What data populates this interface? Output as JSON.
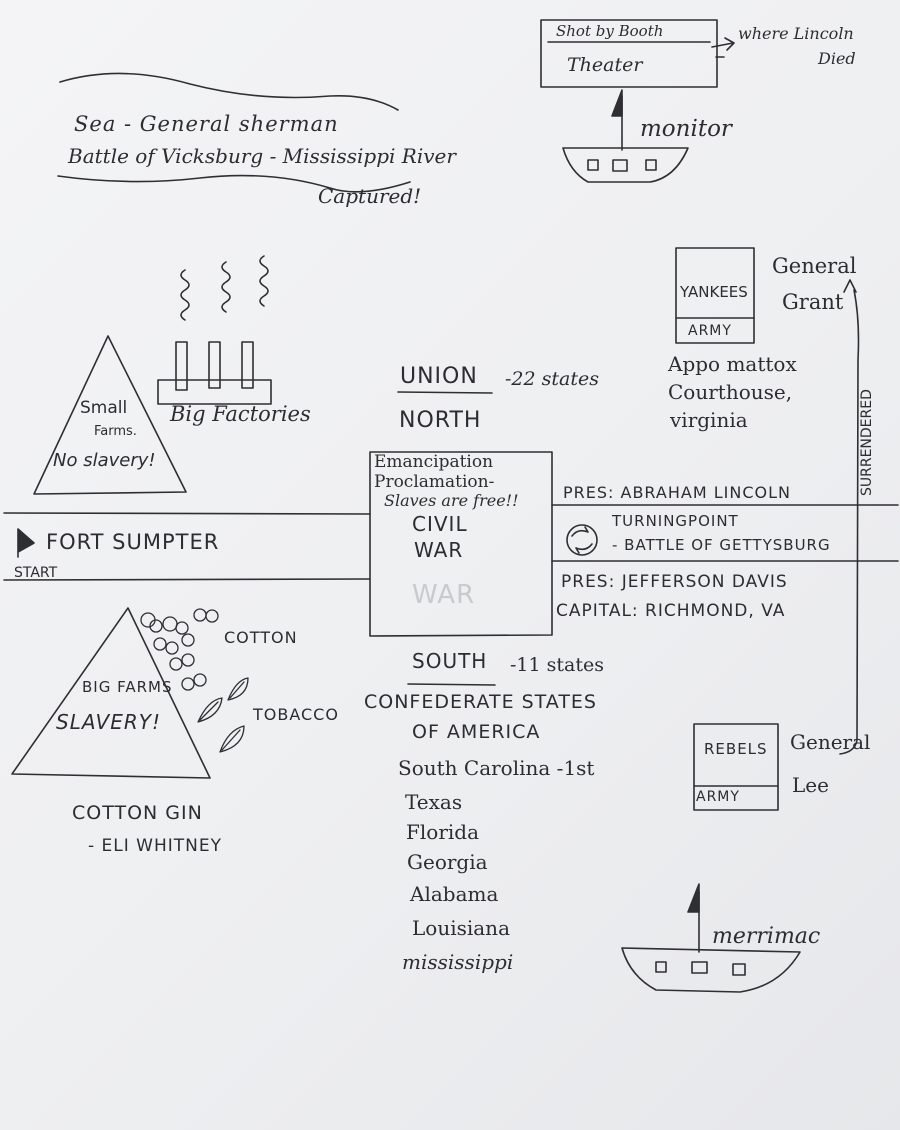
{
  "theater": {
    "shot_label": "Shot by Booth",
    "theater_label": "Theater",
    "where_died": "where Lincoln",
    "died": "Died"
  },
  "monitor": {
    "label": "monitor"
  },
  "sea": {
    "line1": "Sea - General sherman",
    "line2": "Battle of Vicksburg - Mississippi River",
    "line3": "Captured!"
  },
  "north": {
    "factories_label": "Big Factories",
    "small": "Small",
    "farms": "Farms.",
    "no_slavery": "No slavery!",
    "union": "UNION",
    "union_states": "-22 states",
    "north_label": "NORTH",
    "pres": "PRES: ABRAHAM LINCOLN"
  },
  "yankees": {
    "box_label": "YANKEES",
    "army_label": "ARMY",
    "general": "General",
    "grant": "Grant",
    "appomattox1": "Appo mattox",
    "appomattox2": "Courthouse,",
    "appomattox3": "virginia",
    "surrendered": "SURRENDERED"
  },
  "war": {
    "eman1": "Emancipation",
    "eman2": "Proclamation-",
    "eman3": "Slaves are free!!",
    "civil": "CIVIL",
    "war": "WAR",
    "war_faint": "WAR",
    "fort_sumpter": "FORT SUMPTER",
    "start": "START",
    "turning1": "TURNINGPOINT",
    "turning2": "- BATTLE OF GETTYSBURG"
  },
  "south": {
    "pres": "PRES: JEFFERSON DAVIS",
    "capital": "CAPITAL: RICHMOND, VA",
    "south_label": "SOUTH",
    "south_states": "-11 states",
    "confederate1": "CONFEDERATE STATES",
    "confederate2": "OF AMERICA",
    "states": [
      "South Carolina -1st",
      "Texas",
      "Florida",
      "Georgia",
      "Alabama",
      "Louisiana",
      "mississippi"
    ],
    "big_farms": "BIG FARMS",
    "slavery": "SLAVERY!",
    "cotton": "COTTON",
    "tobacco": "TOBACCO",
    "cotton_gin": "COTTON GIN",
    "eli_whitney": "- ELI WHITNEY"
  },
  "rebels": {
    "box_label": "REBELS",
    "army_label": "ARMY",
    "general": "General",
    "lee": "Lee"
  },
  "merrimac": {
    "label": "merrimac"
  }
}
